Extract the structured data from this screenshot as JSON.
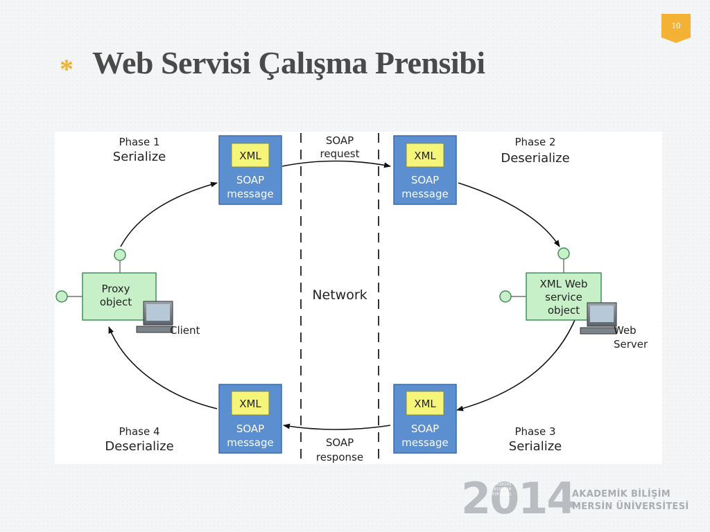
{
  "slide": {
    "page_number": "10",
    "bullet": "*",
    "title": "Web Servisi Çalışma Prensibi"
  },
  "diagram": {
    "phase1": {
      "label": "Phase 1",
      "action": "Serialize"
    },
    "phase2": {
      "label": "Phase 2",
      "action": "Deserialize"
    },
    "phase3": {
      "label": "Phase 3",
      "action": "Serialize"
    },
    "phase4": {
      "label": "Phase 4",
      "action": "Deserialize"
    },
    "xml_label": "XML",
    "soap_label": "SOAP",
    "message_label": "message",
    "soap_request": {
      "line1": "SOAP",
      "line2": "request"
    },
    "soap_response": {
      "line1": "SOAP",
      "line2": "response"
    },
    "network_label": "Network",
    "proxy": {
      "line1": "Proxy",
      "line2": "object"
    },
    "client_label": "Client",
    "web_service": {
      "line1": "XML Web",
      "line2": "service",
      "line3": "object"
    },
    "server": {
      "line1": "Web",
      "line2": "Server"
    },
    "colors": {
      "soap_box": "#5b8fd0",
      "xml_box": "#f5f57a",
      "object_box": "#c8f0c8",
      "connector": "#c8f0c8"
    }
  },
  "branding": {
    "year": "2014",
    "binary_text": "01010101 10101010 01010101",
    "line1": "AKADEMİK BİLİŞİM",
    "line2": "MERSİN ÜNİVERSİTESİ"
  }
}
